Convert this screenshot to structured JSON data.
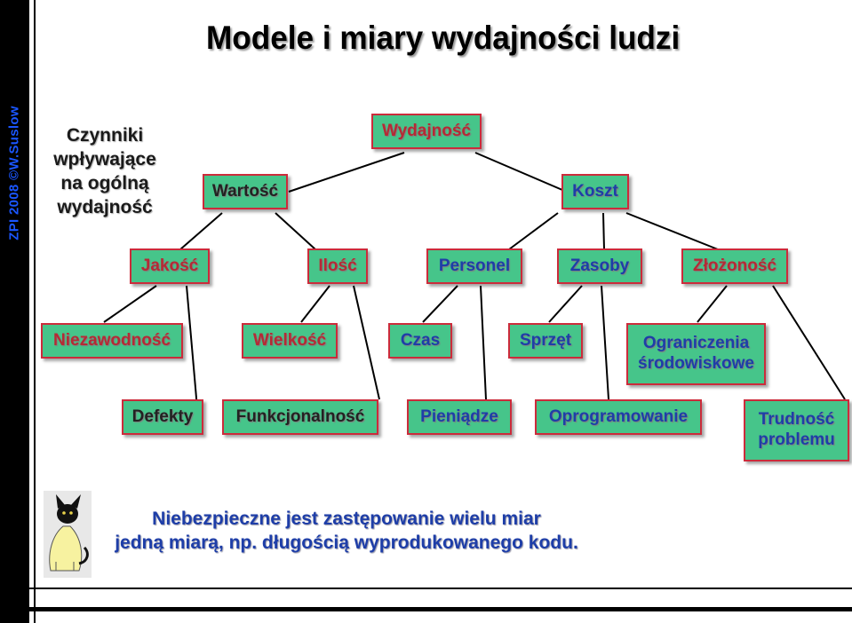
{
  "sidebar": {
    "text": "ZPI 2008 ©W.Suslow"
  },
  "title": "Modele i miary wydajności ludzi",
  "factors_label": "Czynniki wpływające na ogólną wydajność",
  "nodes": {
    "wydajnosc": "Wydajność",
    "wartosc": "Wartość",
    "koszt": "Koszt",
    "jakosc": "Jakość",
    "ilosc": "Ilość",
    "personel": "Personel",
    "zasoby": "Zasoby",
    "zlozonosc": "Złożoność",
    "niezawodnosc": "Niezawodność",
    "wielkosc": "Wielkość",
    "czas": "Czas",
    "sprzet": "Sprzęt",
    "ograniczenia": "Ograniczenia środowiskowe",
    "defekty": "Defekty",
    "funkcjonalnosc": "Funkcjonalność",
    "pieniadze": "Pieniądze",
    "oprogramowanie": "Oprogramowanie",
    "trudnosc": "Trudność problemu"
  },
  "note": {
    "line1": "Niebezpieczne jest zastępowanie wielu miar",
    "line2": "jedną miarą, np. długością wyprodukowanego kodu."
  },
  "colors": {
    "box_fill": "#46c58a",
    "box_border": "#cc2b3b",
    "sidebar_text": "#1a56ff",
    "text_blue": "#1e3ea8",
    "text_red": "#b52a35"
  },
  "images": {
    "cat": "cat-illustration"
  }
}
